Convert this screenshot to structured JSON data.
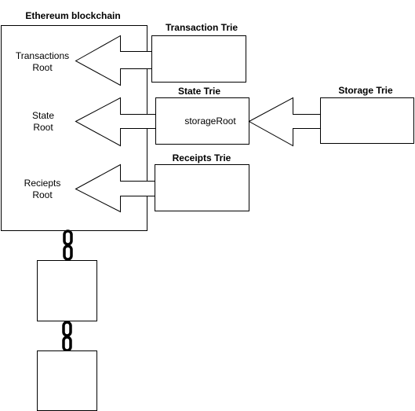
{
  "blockchain": {
    "title": "Ethereum blockchain",
    "roots": [
      {
        "line1": "Transactions",
        "line2": "Root"
      },
      {
        "line1": "State",
        "line2": "Root"
      },
      {
        "line1": "Reciepts",
        "line2": "Root"
      }
    ]
  },
  "tries": {
    "transaction": {
      "title": "Transaction Trie"
    },
    "state": {
      "title": "State Trie",
      "field": "storageRoot"
    },
    "receipts": {
      "title": "Receipts Trie"
    },
    "storage": {
      "title": "Storage Trie"
    }
  },
  "colors": {
    "stroke": "#000000",
    "fill": "#ffffff",
    "text": "#000000"
  },
  "icons": [
    "arrow-left-icon",
    "chain-link-icon"
  ]
}
